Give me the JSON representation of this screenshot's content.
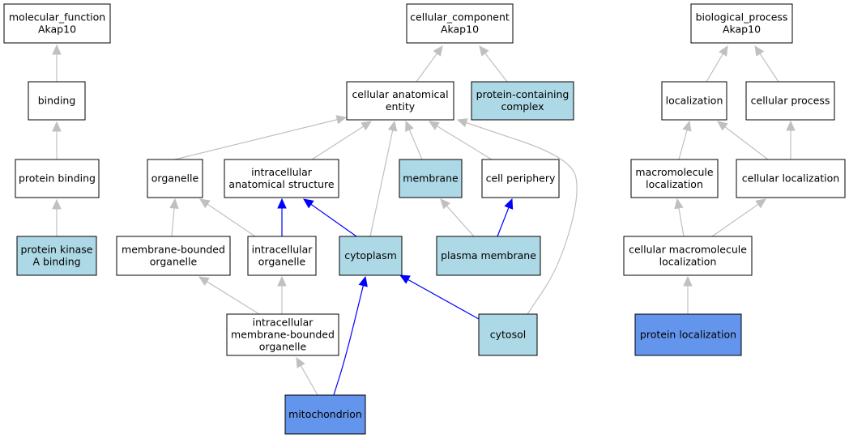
{
  "colors": {
    "plain_fill": "#ffffff",
    "annotated_fill": "#add8e6",
    "highlight_fill": "#6495ed",
    "edge_gray": "#c0c0c0",
    "edge_blue": "#0000ff",
    "border": "#000000"
  },
  "nodes": [
    {
      "id": "mf_root",
      "lines": [
        "molecular_function",
        "Akap10"
      ],
      "style": "plain"
    },
    {
      "id": "binding",
      "lines": [
        "binding"
      ],
      "style": "plain"
    },
    {
      "id": "protein_binding",
      "lines": [
        "protein binding"
      ],
      "style": "plain"
    },
    {
      "id": "pka_binding",
      "lines": [
        "protein kinase",
        "A binding"
      ],
      "style": "annotated"
    },
    {
      "id": "cc_root",
      "lines": [
        "cellular_component",
        "Akap10"
      ],
      "style": "plain"
    },
    {
      "id": "cae",
      "lines": [
        "cellular anatomical",
        "entity"
      ],
      "style": "plain"
    },
    {
      "id": "pcc",
      "lines": [
        "protein-containing",
        "complex"
      ],
      "style": "annotated"
    },
    {
      "id": "organelle",
      "lines": [
        "organelle"
      ],
      "style": "plain"
    },
    {
      "id": "ias",
      "lines": [
        "intracellular",
        "anatomical structure"
      ],
      "style": "plain"
    },
    {
      "id": "membrane",
      "lines": [
        "membrane"
      ],
      "style": "annotated"
    },
    {
      "id": "periphery",
      "lines": [
        "cell periphery"
      ],
      "style": "plain"
    },
    {
      "id": "mbo",
      "lines": [
        "membrane-bounded",
        "organelle"
      ],
      "style": "plain"
    },
    {
      "id": "io",
      "lines": [
        "intracellular",
        "organelle"
      ],
      "style": "plain"
    },
    {
      "id": "cytoplasm",
      "lines": [
        "cytoplasm"
      ],
      "style": "annotated"
    },
    {
      "id": "pm",
      "lines": [
        "plasma membrane"
      ],
      "style": "annotated"
    },
    {
      "id": "imbo",
      "lines": [
        "intracellular",
        "membrane-bounded",
        "organelle"
      ],
      "style": "plain"
    },
    {
      "id": "cytosol",
      "lines": [
        "cytosol"
      ],
      "style": "annotated"
    },
    {
      "id": "mito",
      "lines": [
        "mitochondrion"
      ],
      "style": "highlight"
    },
    {
      "id": "bp_root",
      "lines": [
        "biological_process",
        "Akap10"
      ],
      "style": "plain"
    },
    {
      "id": "localization",
      "lines": [
        "localization"
      ],
      "style": "plain"
    },
    {
      "id": "cp",
      "lines": [
        "cellular process"
      ],
      "style": "plain"
    },
    {
      "id": "ml",
      "lines": [
        "macromolecule",
        "localization"
      ],
      "style": "plain"
    },
    {
      "id": "cl",
      "lines": [
        "cellular localization"
      ],
      "style": "plain"
    },
    {
      "id": "cml",
      "lines": [
        "cellular macromolecule",
        "localization"
      ],
      "style": "plain"
    },
    {
      "id": "pl",
      "lines": [
        "protein localization"
      ],
      "style": "highlight"
    }
  ],
  "edges": [
    {
      "from": "binding",
      "to": "mf_root",
      "kind": "gray"
    },
    {
      "from": "protein_binding",
      "to": "binding",
      "kind": "gray"
    },
    {
      "from": "pka_binding",
      "to": "protein_binding",
      "kind": "gray"
    },
    {
      "from": "cae",
      "to": "cc_root",
      "kind": "gray"
    },
    {
      "from": "pcc",
      "to": "cc_root",
      "kind": "gray"
    },
    {
      "from": "organelle",
      "to": "cae",
      "kind": "gray"
    },
    {
      "from": "ias",
      "to": "cae",
      "kind": "gray"
    },
    {
      "from": "membrane",
      "to": "cae",
      "kind": "gray"
    },
    {
      "from": "periphery",
      "to": "cae",
      "kind": "gray"
    },
    {
      "from": "cytoplasm",
      "to": "cae",
      "kind": "gray"
    },
    {
      "from": "cytosol",
      "to": "cae",
      "kind": "gray"
    },
    {
      "from": "mbo",
      "to": "organelle",
      "kind": "gray"
    },
    {
      "from": "io",
      "to": "organelle",
      "kind": "gray"
    },
    {
      "from": "io",
      "to": "ias",
      "kind": "blue"
    },
    {
      "from": "cytoplasm",
      "to": "ias",
      "kind": "blue"
    },
    {
      "from": "pm",
      "to": "membrane",
      "kind": "gray"
    },
    {
      "from": "pm",
      "to": "periphery",
      "kind": "blue"
    },
    {
      "from": "imbo",
      "to": "mbo",
      "kind": "gray"
    },
    {
      "from": "imbo",
      "to": "io",
      "kind": "gray"
    },
    {
      "from": "mito",
      "to": "imbo",
      "kind": "gray"
    },
    {
      "from": "mito",
      "to": "cytoplasm",
      "kind": "blue"
    },
    {
      "from": "cytosol",
      "to": "cytoplasm",
      "kind": "blue"
    },
    {
      "from": "localization",
      "to": "bp_root",
      "kind": "gray"
    },
    {
      "from": "cp",
      "to": "bp_root",
      "kind": "gray"
    },
    {
      "from": "ml",
      "to": "localization",
      "kind": "gray"
    },
    {
      "from": "cl",
      "to": "localization",
      "kind": "gray"
    },
    {
      "from": "cl",
      "to": "cp",
      "kind": "gray"
    },
    {
      "from": "cml",
      "to": "ml",
      "kind": "gray"
    },
    {
      "from": "cml",
      "to": "cl",
      "kind": "gray"
    },
    {
      "from": "pl",
      "to": "cml",
      "kind": "gray"
    }
  ]
}
